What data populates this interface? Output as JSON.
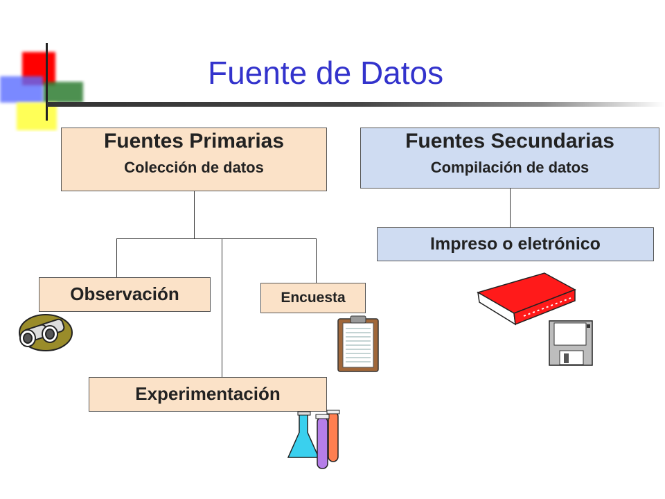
{
  "title": "Fuente de Datos",
  "primary": {
    "title": "Fuentes Primarias",
    "subtitle": "Colección de datos",
    "children": [
      "Observación",
      "Encuesta",
      "Experimentación"
    ]
  },
  "secondary": {
    "title": "Fuentes Secundarias",
    "subtitle": "Compilación de datos",
    "child": "Impreso o eletrónico"
  },
  "colors": {
    "title": "#3333cc",
    "primary_fill": "#fbe2c8",
    "secondary_fill": "#cfdcf2"
  },
  "icons": [
    "binoculars-icon",
    "clipboard-icon",
    "lab-flask-icon",
    "red-book-icon",
    "floppy-disk-icon"
  ]
}
